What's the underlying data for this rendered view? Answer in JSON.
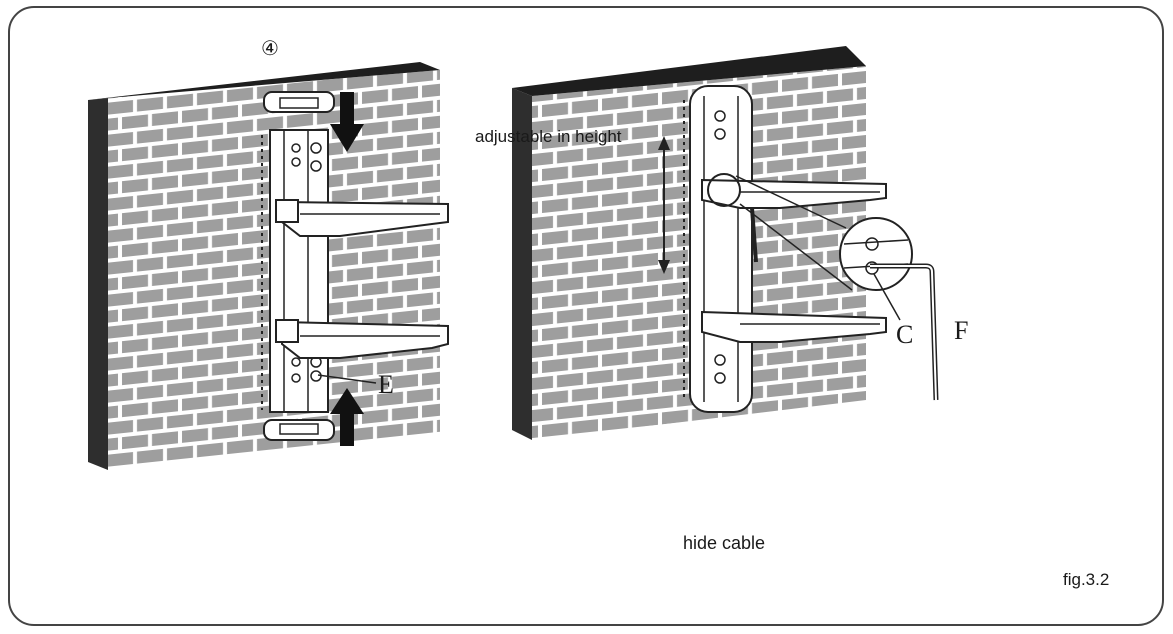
{
  "labels": {
    "step": "④",
    "adjustable": "adjustable in height",
    "hide_cable": "hide cable",
    "figure": "fig.3.2",
    "part_e": "E",
    "part_c": "C",
    "part_f": "F"
  },
  "colors": {
    "brick": "#9e9e9e",
    "mortar": "#ffffff",
    "wall_top": "#1e1e1e",
    "wall_side": "#2e2e2e",
    "arrow": "#111111"
  },
  "icons": [
    "down-arrow-icon",
    "up-arrow-icon"
  ]
}
